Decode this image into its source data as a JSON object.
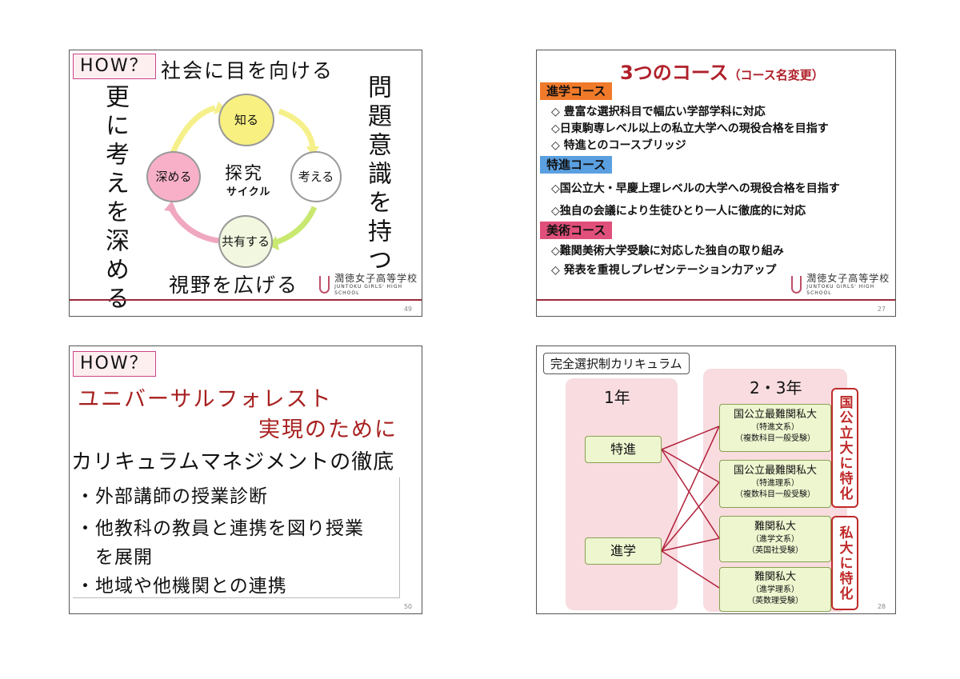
{
  "slide1": {
    "how": "HOW？",
    "top": "社会に目を向ける",
    "left_vertical": "更に考えを深める",
    "right_vertical": "問題意識を持つ",
    "bottom": "視野を広げる",
    "center_main": "探究",
    "center_sub": "サイクル",
    "nodes": [
      "知る",
      "考える",
      "共有する",
      "深める"
    ],
    "school_jp": "潤徳女子高等学校",
    "school_en": "JUNTOKU GIRLS' HIGH SCHOOL",
    "page": "49"
  },
  "slide2": {
    "title": "3つのコース",
    "title_note": "（コース名変更）",
    "courses": [
      {
        "name": "進学コース",
        "color": "#f07a2a",
        "items": [
          "◇ 豊富な選択科目で幅広い学部学科に対応",
          "◇日東駒専レベル以上の私立大学への現役合格を目指す",
          "◇ 特進とのコースブリッジ"
        ]
      },
      {
        "name": "特進コース",
        "color": "#5aa0e0",
        "items": [
          "◇国公立大・早慶上理レベルの大学への現役合格を目指す",
          "◇独自の会議により生徒ひとり一人に徹底的に対応"
        ]
      },
      {
        "name": "美術コース",
        "color": "#e0507a",
        "items": [
          "◇難関美術大学受験に対応した独自の取り組み",
          "◇ 発表を重視しプレゼンテーション力アップ"
        ]
      }
    ],
    "school_jp": "潤徳女子高等学校",
    "school_en": "JUNTOKU GIRLS' HIGH SCHOOL",
    "page": "27"
  },
  "slide3": {
    "how": "HOW？",
    "line1": "ユニバーサルフォレスト",
    "line2": "実現のために",
    "line3": "カリキュラムマネジメントの徹底",
    "bullets": [
      "・外部講師の授業診断",
      "・他教科の教員と連携を図り授業",
      "を展開",
      "・地域や他機関との連携"
    ],
    "page": "50"
  },
  "slide4": {
    "title": "完全選択制カリキュラム",
    "col1": "1年",
    "col2": "2・3年",
    "left_nodes": [
      "特進",
      "進学"
    ],
    "right_nodes": [
      {
        "t": "国公立最難関私大",
        "s1": "（特進文系）",
        "s2": "（複数科目一般受験）"
      },
      {
        "t": "国公立最難関私大",
        "s1": "（特進理系）",
        "s2": "（複数科目一般受験）"
      },
      {
        "t": "難関私大",
        "s1": "（進学文系）",
        "s2": "（英国社受験）"
      },
      {
        "t": "難関私大",
        "s1": "（進学理系）",
        "s2": "（英数理受験）"
      }
    ],
    "red1": "国公立大に特化",
    "red2": "私大に特化",
    "page": "28"
  }
}
